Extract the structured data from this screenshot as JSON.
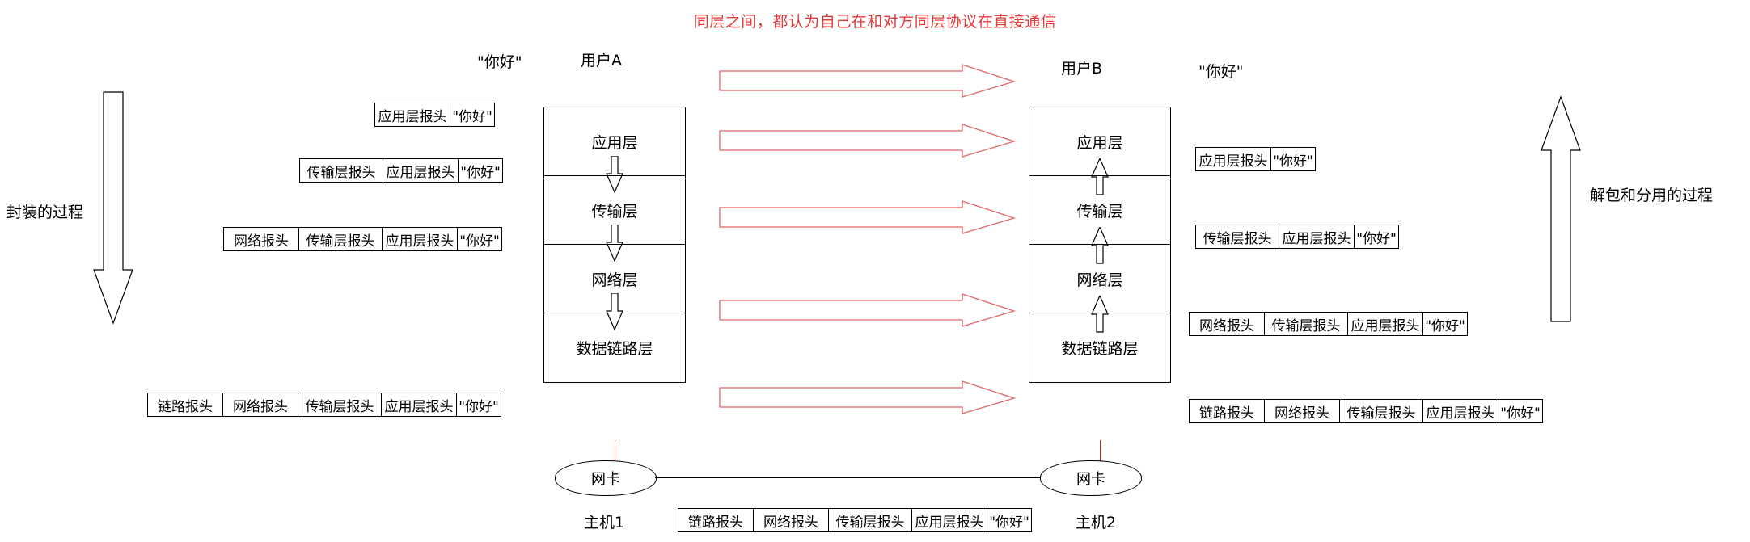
{
  "title": "同层之间，都认为自己在和对方同层协议在直接通信",
  "colors": {
    "accent_red": "#e03a3a",
    "arrow_red": "#e06666",
    "line": "#000000"
  },
  "left_side": {
    "process_label": "封装的过程",
    "arrow_icon": "down-arrow-icon"
  },
  "right_side": {
    "process_label": "解包和分用的过程",
    "arrow_icon": "up-arrow-icon"
  },
  "hosts": {
    "left": {
      "user_label": "用户A",
      "host_label": "主机1",
      "nic_label": "网卡"
    },
    "right": {
      "user_label": "用户B",
      "host_label": "主机2",
      "nic_label": "网卡"
    }
  },
  "payload": "\"你好\"",
  "layers": [
    {
      "name": "应用层"
    },
    {
      "name": "传输层"
    },
    {
      "name": "网络层"
    },
    {
      "name": "数据链路层"
    }
  ],
  "headers": {
    "app": "应用层报头",
    "transport": "传输层报头",
    "network": "网络报头",
    "link": "链路报头"
  },
  "left_packets": [
    {
      "cells": [
        "应用层报头",
        "\"你好\""
      ]
    },
    {
      "cells": [
        "传输层报头",
        "应用层报头",
        "\"你好\""
      ]
    },
    {
      "cells": [
        "网络报头",
        "传输层报头",
        "应用层报头",
        "\"你好\""
      ]
    },
    {
      "cells": [
        "链路报头",
        "网络报头",
        "传输层报头",
        "应用层报头",
        "\"你好\""
      ]
    }
  ],
  "right_packets": [
    {
      "cells": [
        "应用层报头",
        "\"你好\""
      ]
    },
    {
      "cells": [
        "传输层报头",
        "应用层报头",
        "\"你好\""
      ]
    },
    {
      "cells": [
        "网络报头",
        "传输层报头",
        "应用层报头",
        "\"你好\""
      ]
    },
    {
      "cells": [
        "链路报头",
        "网络报头",
        "传输层报头",
        "应用层报头",
        "\"你好\""
      ]
    }
  ],
  "wire_packet": {
    "cells": [
      "链路报头",
      "网络报头",
      "传输层报头",
      "应用层报头",
      "\"你好\""
    ]
  },
  "top_payload_left": "\"你好\"",
  "top_payload_right": "\"你好\"",
  "peer_arrows": 5
}
